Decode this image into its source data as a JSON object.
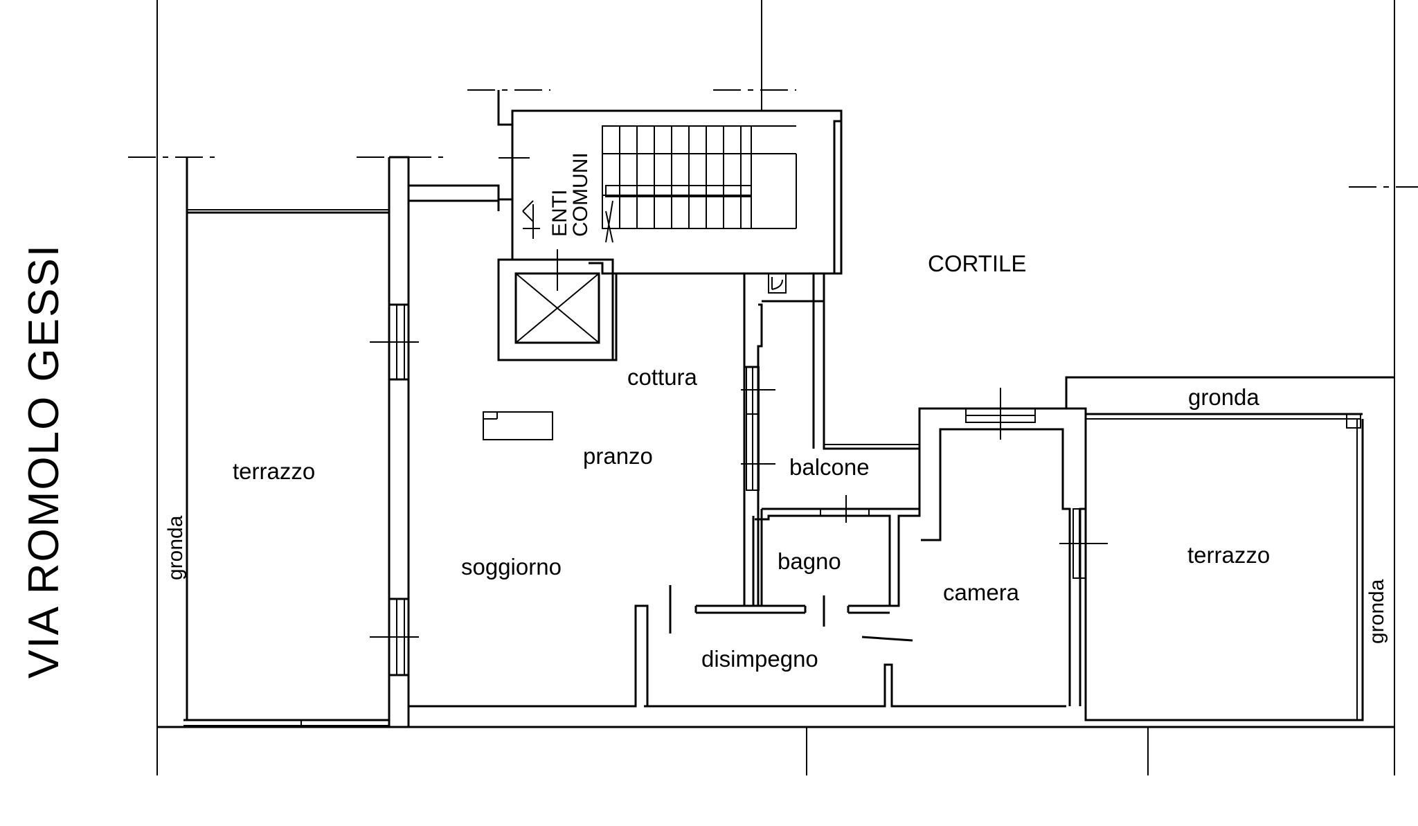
{
  "plan": {
    "street": "VIA   ROMOLO GESSI",
    "stair": [
      "ENTI",
      "COMUNI"
    ],
    "rooms": {
      "cortile": "CORTILE",
      "cottura": "cottura",
      "pranzo": "pranzo",
      "soggiorno": "soggiorno",
      "balcone": "balcone",
      "bagno": "bagno",
      "camera": "camera",
      "disimpegno": "disimpegno",
      "terrazzo_left": "terrazzo",
      "terrazzo_right": "terrazzo",
      "gronda_top": "gronda",
      "gronda_left": "gronda",
      "gronda_right": "gronda"
    }
  }
}
